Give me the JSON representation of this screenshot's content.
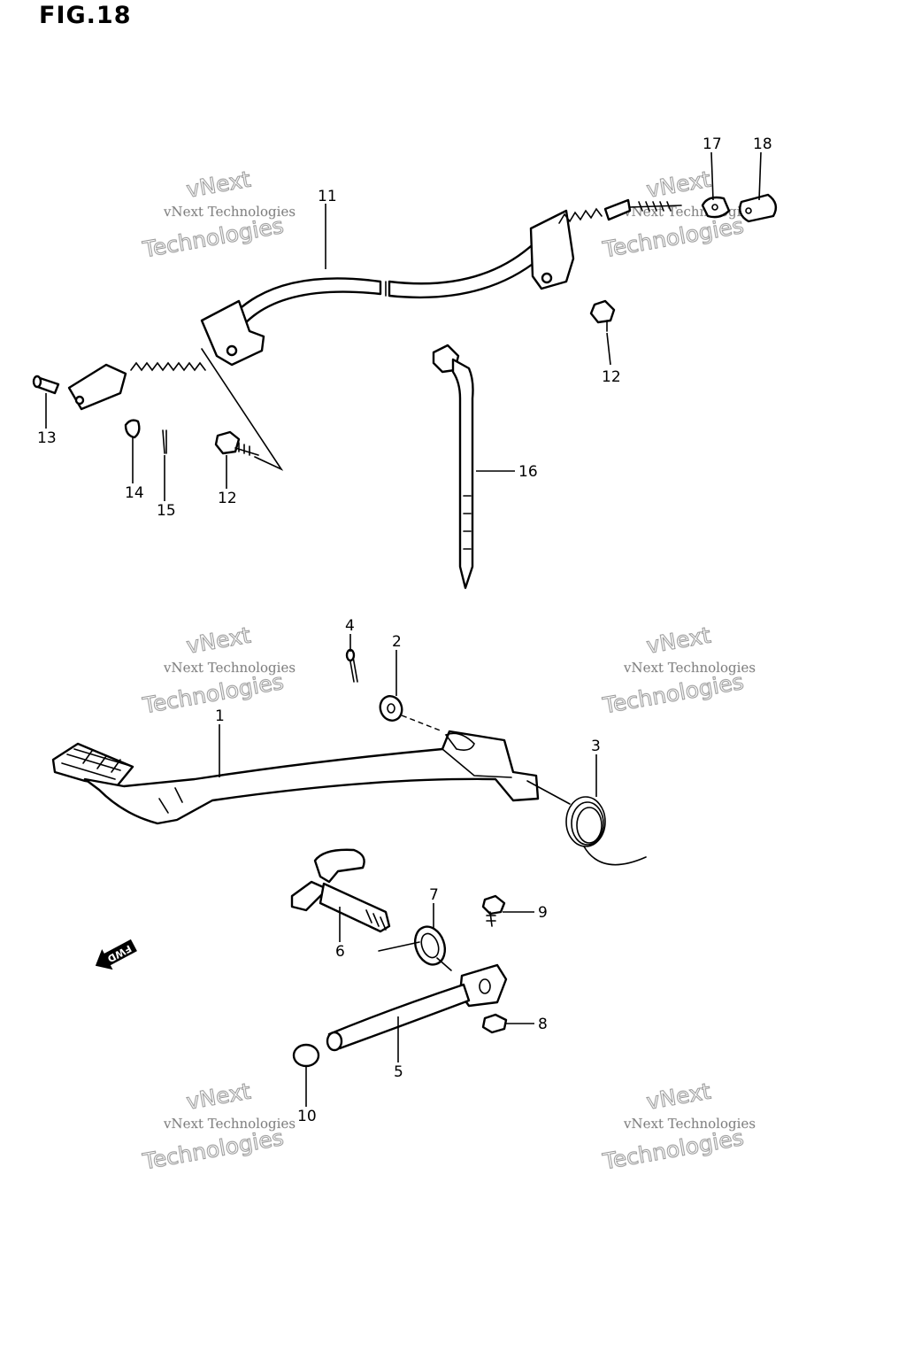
{
  "figure": {
    "title": "FIG.18"
  },
  "callouts": [
    "1",
    "2",
    "3",
    "4",
    "5",
    "6",
    "7",
    "8",
    "9",
    "10",
    "11",
    "12",
    "12",
    "13",
    "14",
    "15",
    "16",
    "17",
    "18"
  ],
  "fwd_arrow_label": "FWD",
  "watermark": {
    "line1": "vNext Technologies",
    "line2": "vNext",
    "line3": "Technologies"
  }
}
